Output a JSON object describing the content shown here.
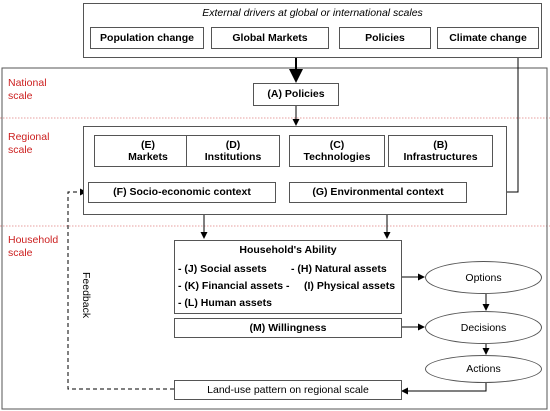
{
  "external": {
    "title": "External drivers at global or international scales",
    "drivers": [
      "Population change",
      "Global Markets",
      "Policies",
      "Climate change"
    ]
  },
  "scales": {
    "national": "National scale",
    "regional": "Regional scale",
    "household": "Household scale"
  },
  "national": {
    "policies": "(A) Policies"
  },
  "regional": {
    "markets": "(E) Markets",
    "institutions": "(D) Institutions",
    "technologies": "(C) Technologies",
    "infrastructures": "(B) Infrastructures",
    "socio_economic": "(F) Socio-economic context",
    "environmental": "(G) Environmental context"
  },
  "household": {
    "ability_title": "Household's Ability",
    "social": "- (J) Social assets",
    "natural": "- (H) Natural assets",
    "financial": "- (K) Financial assets -",
    "physical": "(I) Physical assets",
    "human": "- (L) Human assets",
    "willingness": "(M) Willingness",
    "options": "Options",
    "decisions": "Decisions",
    "actions": "Actions",
    "land_use": "Land-use pattern on regional scale",
    "feedback": "Feedback"
  }
}
